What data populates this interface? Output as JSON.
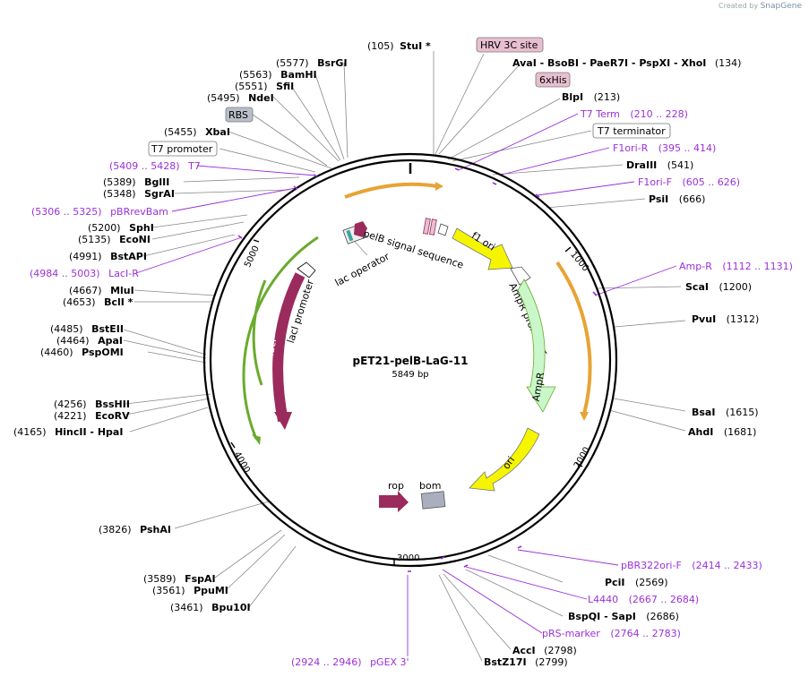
{
  "branding": {
    "created_by": "Created by",
    "app": "SnapGene"
  },
  "plasmid": {
    "name": "pET21-pelB-LaG-11",
    "size": "5849 bp"
  },
  "ticks": [
    "1000",
    "2000",
    "3000",
    "4000",
    "5000"
  ],
  "sites": [
    {
      "id": "stui",
      "pos": "(105)",
      "name": "StuI *"
    },
    {
      "id": "ava",
      "text": "AvaI  - BsoBI  - PaeR7I  - PspXI  - XhoI",
      "pos": "(134)"
    },
    {
      "id": "blpi",
      "name": "BlpI",
      "pos": "(213)"
    },
    {
      "id": "t7term",
      "name": "T7 Term",
      "pos": "(210 .. 228)",
      "primer": true
    },
    {
      "id": "f1orir",
      "name": "F1ori-R",
      "pos": "(395 .. 414)",
      "primer": true
    },
    {
      "id": "draiii",
      "name": "DraIII",
      "pos": "(541)"
    },
    {
      "id": "f1orif",
      "name": "F1ori-F",
      "pos": "(605 .. 626)",
      "primer": true
    },
    {
      "id": "psii",
      "name": "PsiI",
      "pos": "(666)"
    },
    {
      "id": "ampr_p",
      "name": "Amp-R",
      "pos": "(1112 .. 1131)",
      "primer": true
    },
    {
      "id": "scai",
      "name": "ScaI",
      "pos": "(1200)"
    },
    {
      "id": "pvui",
      "name": "PvuI",
      "pos": "(1312)"
    },
    {
      "id": "bsai",
      "name": "BsaI",
      "pos": "(1615)"
    },
    {
      "id": "ahdi",
      "name": "AhdI",
      "pos": "(1681)"
    },
    {
      "id": "pbr322",
      "name": "pBR322ori-F",
      "pos": "(2414 .. 2433)",
      "primer": true
    },
    {
      "id": "pcii",
      "name": "PciI",
      "pos": "(2569)"
    },
    {
      "id": "l4440",
      "name": "L4440",
      "pos": "(2667 .. 2684)",
      "primer": true
    },
    {
      "id": "bspqi",
      "text": "BspQI  - SapI",
      "pos": "(2686)"
    },
    {
      "id": "prs",
      "name": "pRS-marker",
      "pos": "(2764 .. 2783)",
      "primer": true
    },
    {
      "id": "acci",
      "name": "AccI",
      "pos": "(2798)"
    },
    {
      "id": "bstz17i",
      "name": "BstZ17I",
      "pos": "(2799)"
    },
    {
      "id": "pgex",
      "name": "pGEX 3'",
      "pos": "(2924 .. 2946)",
      "primer": true
    },
    {
      "id": "bpu10i",
      "name": "Bpu10I",
      "pos": "(3461)"
    },
    {
      "id": "ppumi",
      "name": "PpuMI",
      "pos": "(3561)"
    },
    {
      "id": "fspai",
      "name": "FspAI",
      "pos": "(3589)"
    },
    {
      "id": "pshai",
      "name": "PshAI",
      "pos": "(3826)"
    },
    {
      "id": "hincii",
      "text": "HincII  - HpaI",
      "pos": "(4165)"
    },
    {
      "id": "ecorv",
      "name": "EcoRV",
      "pos": "(4221)"
    },
    {
      "id": "bsshii",
      "name": "BssHII",
      "pos": "(4256)"
    },
    {
      "id": "pspomi",
      "name": "PspOMI",
      "pos": "(4460)"
    },
    {
      "id": "apai",
      "name": "ApaI",
      "pos": "(4464)"
    },
    {
      "id": "bsteii",
      "name": "BstEII",
      "pos": "(4485)"
    },
    {
      "id": "bcli",
      "name": "BclI *",
      "pos": "(4653)"
    },
    {
      "id": "mlui",
      "name": "MluI",
      "pos": "(4667)"
    },
    {
      "id": "lacir",
      "name": "LacI-R",
      "pos": "(4984 .. 5003)",
      "primer": true
    },
    {
      "id": "bstapi",
      "name": "BstAPI",
      "pos": "(4991)"
    },
    {
      "id": "econi",
      "name": "EcoNI",
      "pos": "(5135)"
    },
    {
      "id": "sphi",
      "name": "SphI",
      "pos": "(5200)"
    },
    {
      "id": "pbrrev",
      "name": "pBRrevBam",
      "pos": "(5306 .. 5325)",
      "primer": true
    },
    {
      "id": "sgrai",
      "name": "SgrAI",
      "pos": "(5348)"
    },
    {
      "id": "bglii",
      "name": "BglII",
      "pos": "(5389)"
    },
    {
      "id": "t7",
      "name": "T7",
      "pos": "(5409 .. 5428)",
      "primer": true
    },
    {
      "id": "xbai",
      "name": "XbaI",
      "pos": "(5455)"
    },
    {
      "id": "ndei",
      "name": "NdeI",
      "pos": "(5495)"
    },
    {
      "id": "sfii",
      "name": "SfiI",
      "pos": "(5551)"
    },
    {
      "id": "bamhi",
      "name": "BamHI",
      "pos": "(5563)"
    },
    {
      "id": "bsrgi",
      "name": "BsrGI",
      "pos": "(5577)"
    }
  ],
  "boxed_features": {
    "hrv": "HRV 3C site",
    "his": "6xHis",
    "t7terminator": "T7 terminator",
    "rbs": "RBS",
    "t7promoter": "T7 promoter"
  },
  "features": {
    "pelb": "pelB signal sequence",
    "f1ori": "f1 ori",
    "ampr_promoter": "AmpR promoter",
    "ampr": "AmpR",
    "ori": "ori",
    "bom": "bom",
    "rop": "rop",
    "laci": "lacI",
    "laci_promoter": "lacI promoter",
    "lac_operator": "lac operator"
  },
  "colors": {
    "primer": "#9b30d9",
    "laci": "#9b2b5c",
    "f1ori": "#f5f500",
    "ampr": "#c9f7c9",
    "orange": "#e8a335",
    "green": "#6aab2e",
    "bom": "#a9afbf",
    "his_box": "#e8bfd0",
    "rbs_box": "#b8bfc9"
  }
}
